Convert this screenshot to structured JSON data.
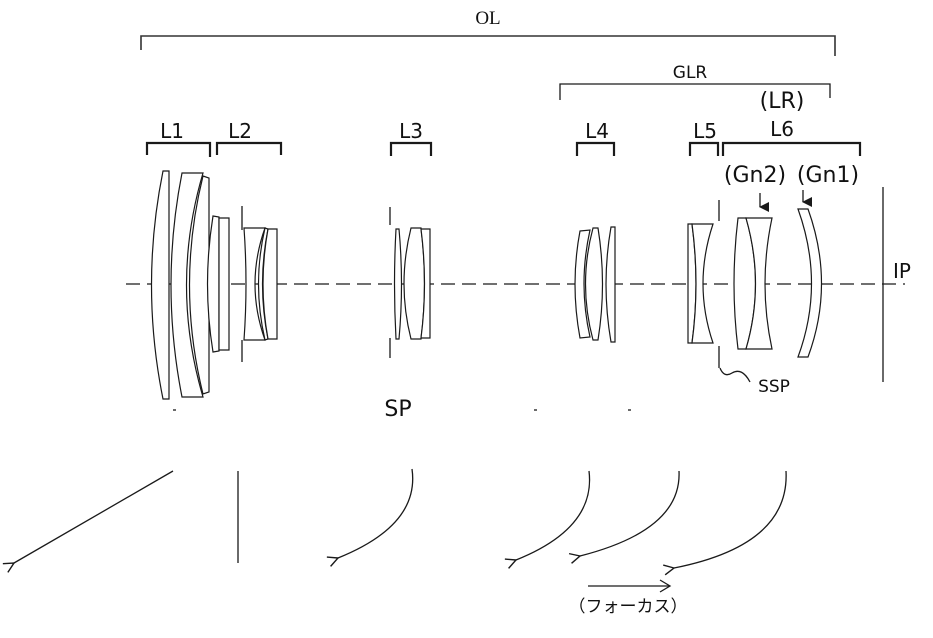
{
  "labels": {
    "overall": "OL",
    "rear_group": "GLR",
    "rear_lens": "(LR)",
    "groups": [
      "L1",
      "L2",
      "L3",
      "L4",
      "L5",
      "L6"
    ],
    "gn2": "(Gn2)",
    "gn1": "(Gn1)",
    "image_plane": "IP",
    "stop": "SP",
    "sub_stop": "SSP",
    "focus": "（フォーカス）"
  },
  "movement": {
    "L1": "linear-toward-object",
    "L2": "fixed",
    "L3": "curved-toward-object",
    "L4": "curved-toward-object",
    "L5": "curved-toward-object",
    "L6": "curved-toward-object",
    "focus_direction": "toward-image"
  },
  "colors": {
    "line": "#1a1a1a",
    "background": "#ffffff"
  }
}
